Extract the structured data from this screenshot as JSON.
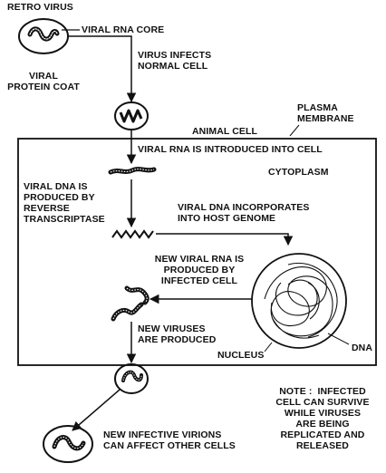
{
  "labels": {
    "retro_virus": "RETRO VIRUS",
    "viral_rna_core": "VIRAL RNA CORE",
    "viral_protein_coat": "VIRAL\nPROTEIN COAT",
    "virus_infects": "VIRUS INFECTS\nNORMAL CELL",
    "plasma_membrane": "PLASMA\nMEMBRANE",
    "animal_cell": "ANIMAL CELL",
    "rna_introduced": "VIRAL RNA IS INTRODUCED INTO CELL",
    "cytoplasm": "CYTOPLASM",
    "dna_produced": "VIRAL DNA IS\nPRODUCED BY\nREVERSE\nTRANSCRIPTASE",
    "dna_incorporates": "VIRAL DNA INCORPORATES\nINTO HOST GENOME",
    "new_rna": "NEW VIRAL RNA IS\nPRODUCED BY\nINFECTED CELL",
    "new_viruses": "NEW VIRUSES\nARE PRODUCED",
    "nucleus": "NUCLEUS",
    "dna": "DNA",
    "new_virions": "NEW INFECTIVE VIRIONS\nCAN AFFECT OTHER CELLS",
    "note": "NOTE :  INFECTED\nCELL CAN SURVIVE\nWHILE VIRUSES\nARE BEING\nREPLICATED AND\nRELEASED"
  },
  "colors": {
    "ink": "#111111",
    "background": "#ffffff"
  }
}
